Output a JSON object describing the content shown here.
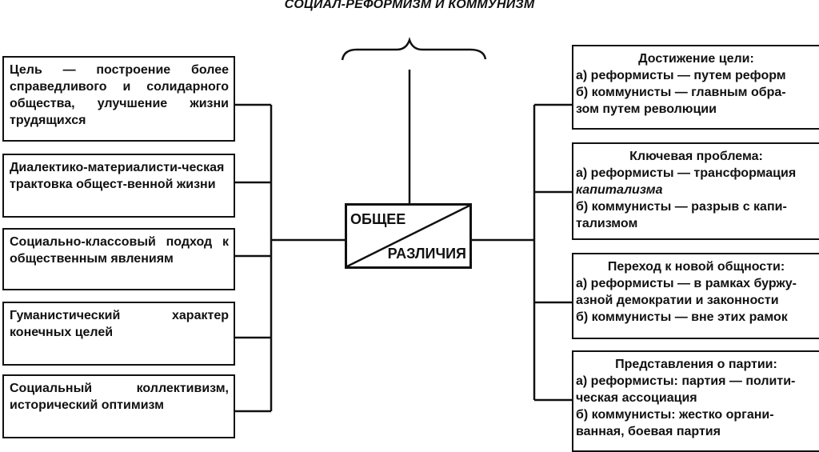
{
  "title": "СОЦИАЛ-РЕФОРМИЗМ И КОММУНИЗМ",
  "center": {
    "common": "ОБЩЕЕ",
    "differences": "РАЗЛИЧИЯ"
  },
  "common_items": [
    "Цель — построение более справедливого и солидарного общества, улучшение жизни трудящихся",
    "Диалектико-материалисти-ческая трактовка общест-венной жизни",
    "Социально-классовый подход к общественным явлениям",
    "Гуманистический характер конечных целей",
    "Социальный коллективизм, исторический оптимизм"
  ],
  "differences": [
    {
      "heading": "Достижение цели:",
      "lines": [
        "а) реформисты — путем реформ",
        "б) коммунисты — главным обра-",
        "зом путем революции"
      ]
    },
    {
      "heading": "Ключевая проблема:",
      "lines": [
        "а) реформисты — трансформация",
        "капитализма",
        "б) коммунисты — разрыв с капи-",
        "тализмом"
      ]
    },
    {
      "heading": "Переход к новой общности:",
      "lines": [
        "а) реформисты — в рамках буржу-",
        "азной демократии и законности",
        "б) коммунисты — вне этих рамок"
      ]
    },
    {
      "heading": "Представления о партии:",
      "lines": [
        "а) реформисты: партия — полити-",
        "ческая ассоциация",
        "б) коммунисты: жестко органи-",
        "ванная, боевая партия"
      ]
    }
  ]
}
